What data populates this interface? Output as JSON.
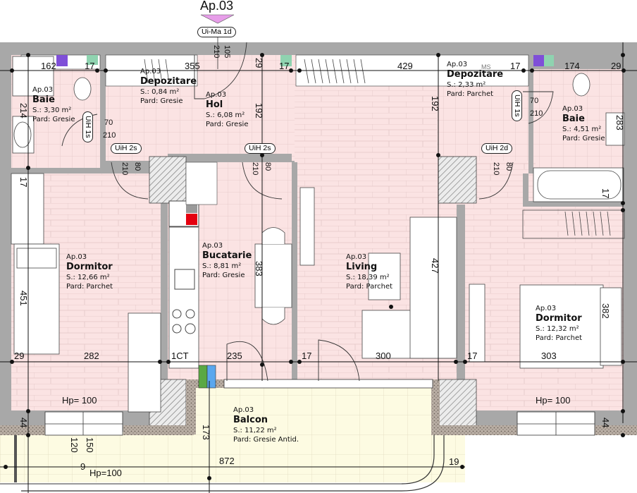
{
  "header": {
    "apartment_marker": "Ap.03",
    "entrance_door_tag": "Ui-Ma 1d",
    "entrance_door_dims": [
      "210",
      "105"
    ]
  },
  "colors": {
    "wall": "#a8a8a8",
    "floor_interior": "#fbe3e3",
    "floor_balcony": "#fdfbe2",
    "marker": "#e79ee9",
    "purple_block": "#7f4fd8",
    "green_block": "#8fd3b0",
    "green_shaft": "#5aa844",
    "blue_shaft": "#5aa7ee",
    "red_block": "#e4000f"
  },
  "rooms": [
    {
      "id": "baie-1",
      "apartment": "Ap.03",
      "name": "Baie",
      "area": "S.: 3,30 m²",
      "floor": "Pard: Gresie"
    },
    {
      "id": "depozitare-1",
      "apartment": "Ap.03",
      "name": "Depozitare",
      "area": "S.: 0,84 m²",
      "floor": "Pard: Gresie"
    },
    {
      "id": "hol",
      "apartment": "Ap.03",
      "name": "Hol",
      "area": "S.: 6,08 m²",
      "floor": "Pard: Gresie"
    },
    {
      "id": "depozitare-2",
      "apartment": "Ap.03",
      "name": "Depozitare",
      "area": "S.: 2,33 m²",
      "floor": "Pard: Parchet"
    },
    {
      "id": "baie-2",
      "apartment": "Ap.03",
      "name": "Baie",
      "area": "S.: 4,51 m²",
      "floor": "Pard: Gresie"
    },
    {
      "id": "dormitor-1",
      "apartment": "Ap.03",
      "name": "Dormitor",
      "area": "S.: 12,66 m²",
      "floor": "Pard: Parchet"
    },
    {
      "id": "bucatarie",
      "apartment": "Ap.03",
      "name": "Bucatarie",
      "area": "S.: 8,81 m²",
      "floor": "Pard: Gresie"
    },
    {
      "id": "living",
      "apartment": "Ap.03",
      "name": "Living",
      "area": "S.: 18,39 m²",
      "floor": "Pard: Parchet"
    },
    {
      "id": "dormitor-2",
      "apartment": "Ap.03",
      "name": "Dormitor",
      "area": "S.: 12,32 m²",
      "floor": "Pard: Parchet"
    },
    {
      "id": "balcon",
      "apartment": "Ap.03",
      "name": "Balcon",
      "area": "S.: 11,22 m²",
      "floor": "Pard: Gresie Antid."
    }
  ],
  "door_tags": {
    "baie1": "UiH 1s",
    "baie2": "UiH 1s",
    "dormitor1": "UiH 2s",
    "bucatarie": "UiH 2s",
    "dormitor2": "UiH 2d"
  },
  "dimensions": {
    "top": [
      "162",
      "17",
      "355",
      "29",
      "17",
      "429",
      "17",
      "174",
      "29"
    ],
    "mid_row": [
      "29",
      "282",
      "1CT",
      "235",
      "17",
      "300",
      "17",
      "303"
    ],
    "vertical": [
      "214",
      "192",
      "192",
      "283",
      "17",
      "451",
      "383",
      "427",
      "382",
      "17",
      "44",
      "44",
      "173"
    ],
    "door_baie1": [
      "70",
      "210"
    ],
    "door_baie2": [
      "70",
      "210"
    ],
    "door_dorm1": [
      "210",
      "80"
    ],
    "door_buc": [
      "210",
      "80"
    ],
    "door_dorm2": [
      "210",
      "80"
    ],
    "window_dims": [
      "120",
      "150"
    ],
    "balcony_width": "872",
    "balcony_corner": "19",
    "balcony_end": "9",
    "hp_left": "Hp= 100",
    "hp_right": "Hp= 100",
    "hp_balcony": "Hp=100",
    "ms_mark": "MS"
  }
}
